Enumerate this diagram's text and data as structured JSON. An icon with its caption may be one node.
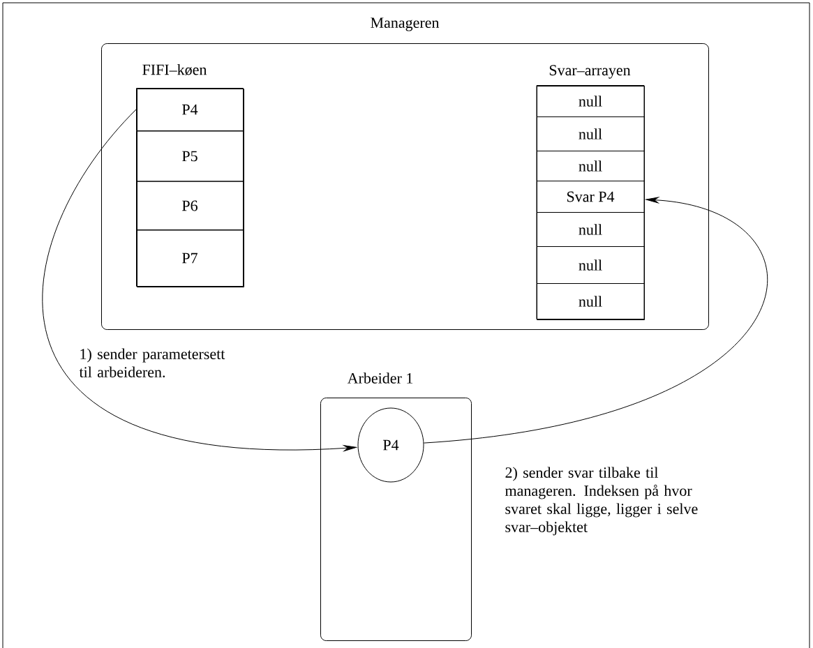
{
  "diagram": {
    "nodes": [
      {
        "text": [
          "Manageren"
        ]
      },
      {
        "text": [
          "FIFI–køen"
        ],
        "in": 0
      },
      {
        "text": [
          "P4"
        ],
        "in": 1
      },
      {
        "text": [
          "P5"
        ],
        "in": 1
      },
      {
        "text": [
          "P6"
        ],
        "in": 1
      },
      {
        "text": [
          "P7"
        ],
        "in": 1
      },
      {
        "text": [
          "Svar–arrayen"
        ],
        "in": 0
      },
      {
        "text": [
          "null"
        ],
        "in": 6
      },
      {
        "text": [
          "null"
        ],
        "in": 6
      },
      {
        "text": [
          "null"
        ],
        "in": 6
      },
      {
        "text": [
          "Svar P4"
        ],
        "in": 6
      },
      {
        "text": [
          "null"
        ],
        "in": 6
      },
      {
        "text": [
          "null"
        ],
        "in": 6
      },
      {
        "text": [
          "null"
        ],
        "in": 6
      },
      {
        "text": [
          "Arbeider 1"
        ]
      },
      {
        "text": [
          "P4"
        ],
        "in": 14
      }
    ],
    "edges": [
      {
        "from": 2,
        "to": 15,
        "arrow": "to",
        "label": "1) sender parametersett til arbeideren."
      },
      {
        "from": 15,
        "to": 10,
        "arrow": "to",
        "label": "2) sender svar tilbake til manageren. Indeksen på hvor svaret skal ligge, ligger i selve svar–objektet"
      }
    ]
  }
}
